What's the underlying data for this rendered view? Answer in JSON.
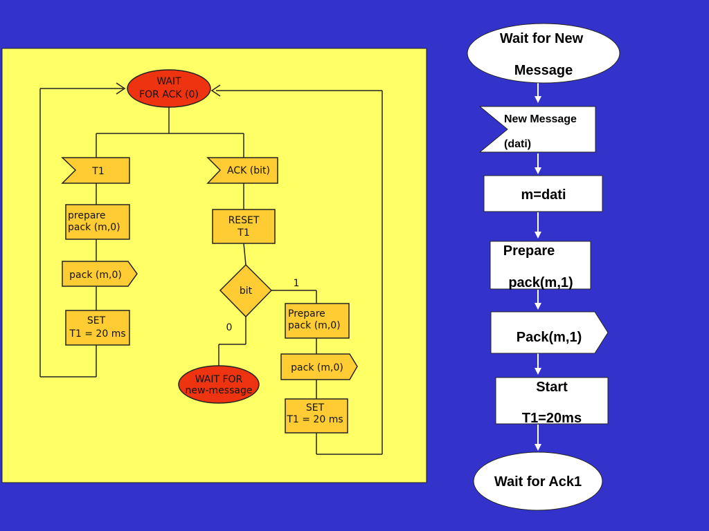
{
  "left_flow": {
    "wait_ack0": [
      "WAIT",
      "FOR ACK (0)"
    ],
    "t1_signal": "T1",
    "ack_signal": "ACK (bit)",
    "prepare_left": [
      "prepare",
      "pack (m,0)"
    ],
    "reset_t1": [
      "RESET",
      "T1"
    ],
    "pack_left": "pack (m,0)",
    "bit_decision": "bit",
    "label_one": "1",
    "label_zero": "0",
    "set_left": [
      "SET",
      "T1 = 20 ms"
    ],
    "prepare_right": [
      "Prepare",
      "pack (m,0)"
    ],
    "pack_right": "pack (m,0)",
    "wait_new_message": [
      "WAIT FOR",
      "new-message"
    ],
    "set_right": [
      "SET",
      "T1 = 20 ms"
    ]
  },
  "right_flow": {
    "wait_new": [
      "Wait for New",
      "Message"
    ],
    "new_message": [
      "New Message",
      "(dati)"
    ],
    "assign": "m=dati",
    "prepare": [
      "Prepare",
      "pack(m,1)"
    ],
    "pack": "Pack(m,1)",
    "start": [
      "Start",
      "T1=20ms"
    ],
    "wait_ack1": "Wait for Ack1"
  },
  "colors": {
    "background": "#3333cc",
    "panel": "#ffff66",
    "box_fill": "#ffcc33",
    "oval_red": "#ee3311",
    "right_box": "#ffffff"
  }
}
